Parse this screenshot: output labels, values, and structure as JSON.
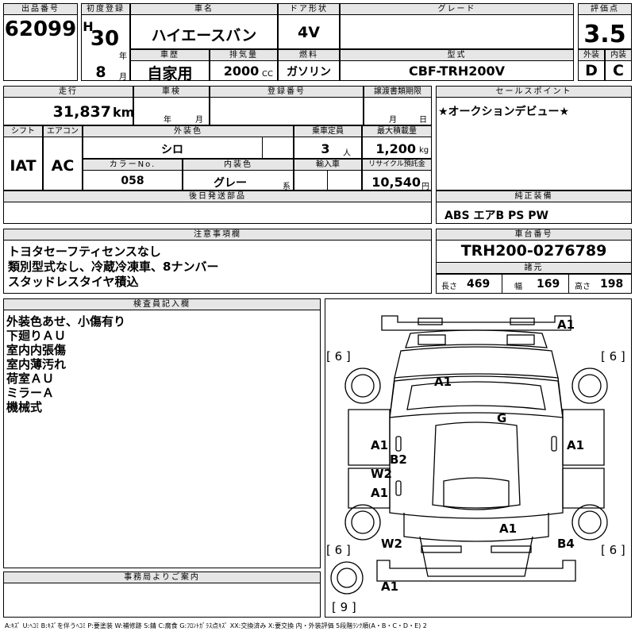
{
  "header": {
    "lot_number_label": "出品番号",
    "lot_number": "62099",
    "first_reg_label": "初度登録",
    "era": "H",
    "year": "30",
    "year_unit": "年",
    "month": "8",
    "month_unit": "月",
    "car_name_label": "車名",
    "car_name": "ハイエースバン",
    "door_label": "ドア形状",
    "door": "4V",
    "grade_label": "グレード",
    "grade": "",
    "score_label": "評価点",
    "score": "3.5",
    "history_label": "車歴",
    "history": "自家用",
    "displacement_label": "排気量",
    "displacement": "2000",
    "displacement_unit": "CC",
    "fuel_label": "燃料",
    "fuel": "ガソリン",
    "model_code_label": "型式",
    "model_code": "CBF-TRH200V",
    "exterior_label": "外装",
    "exterior": "D",
    "interior_label": "内装",
    "interior": "C"
  },
  "spec": {
    "mileage_label": "走行",
    "mileage": "31,837",
    "mileage_unit": "km",
    "inspection_label": "車検",
    "inspection_year_unit": "年",
    "inspection_month_unit": "月",
    "plate_label": "登録番号",
    "transfer_label": "譲渡書類期限",
    "transfer_month_unit": "月",
    "transfer_day_unit": "日",
    "shift_label": "シフト",
    "shift": "IAT",
    "ac_label": "エアコン",
    "ac": "AC",
    "color_label": "外装色",
    "color": "シロ",
    "capacity_label": "乗車定員",
    "capacity": "3",
    "capacity_unit": "人",
    "max_load_label": "最大積載量",
    "max_load": "1,200",
    "max_load_unit": "kg",
    "color_no_label": "カラーNo.",
    "color_no": "058",
    "interior_color_label": "内装色",
    "interior_color": "グレー",
    "interior_color_unit": "系",
    "import_label": "輸入車",
    "recycle_label": "リサイクル預託金",
    "recycle": "10,540",
    "recycle_unit": "円",
    "later_parts_label": "後日発送部品"
  },
  "sales_point": {
    "label": "セールスポイント",
    "text": "★オークションデビュー★"
  },
  "equipment": {
    "label": "純正装備",
    "text": "ABS エアB PS PW"
  },
  "caution": {
    "label": "注意事項欄",
    "lines": [
      "トヨタセーフティセンスなし",
      "類別型式なし、冷蔵冷凍車、8ナンバー",
      "スタッドレスタイヤ積込"
    ]
  },
  "chassis": {
    "label": "車台番号",
    "number": "TRH200-0276789",
    "dims_label": "諸元",
    "length_label": "長さ",
    "length": "469",
    "width_label": "幅",
    "width": "169",
    "height_label": "高さ",
    "height": "198"
  },
  "inspector": {
    "label": "検査員記入欄",
    "lines": [
      "外装色あせ、小傷有り",
      "下廻りＡＵ",
      "室内内張傷",
      "室内薄汚れ",
      "荷室ＡＵ",
      "ミラーＡ",
      "機械式"
    ]
  },
  "office": {
    "label": "事務局よりご案内"
  },
  "diagram": {
    "marks": {
      "front_bumper": "A1",
      "hood": "A1",
      "windshield": "G",
      "left_front_door": "A1",
      "left_b": "B2",
      "left_w": "W2",
      "left_rear": "A1",
      "right_front_door": "A1",
      "roof": "A1",
      "left_rear_corner": "W2",
      "right_rear_corner": "B4",
      "rear_bumper": "A1"
    },
    "tires": {
      "front_left": "[ 6 ]",
      "front_right": "[ 6 ]",
      "rear_left": "[ 6 ]",
      "rear_right": "[ 6 ]",
      "spare": "[ 9 ]"
    }
  },
  "legend": "A:ｷｽﾞ U:ﾍｺﾐ B:ｷｽﾞを伴うﾍｺﾐ P:要塗装 W:補修跡 S:錆 C:腐食 G:ﾌﾛﾝﾄｶﾞﾗｽ点ｷｽﾞ XX:交換済み X:要交換 内・外装評価 5段階ﾗﾝｸ順(A・B・C・D・E) 2"
}
